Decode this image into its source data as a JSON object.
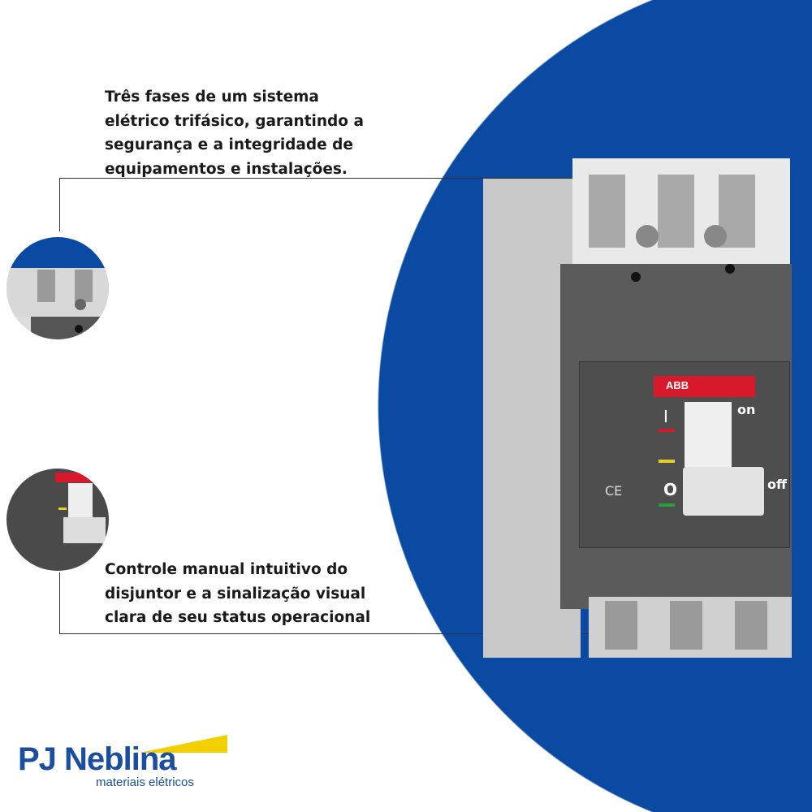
{
  "top_caption": [
    "Três fases de um sistema",
    "elétrico trifásico, garantindo a",
    "segurança e a integridade de",
    "equipamentos e instalações."
  ],
  "bottom_caption": [
    "Controle manual intuitivo do",
    "disjuntor e a sinalização visual",
    "clara de seu status operacional"
  ],
  "breaker": {
    "brand": "ABB",
    "on_mark": "I",
    "off_mark": "O",
    "on_label": "on",
    "off_label": "off",
    "ce_mark": "CE"
  },
  "logo": {
    "name": "PJ Neblina",
    "tagline": "materiais elétricos"
  },
  "colors": {
    "circle_blue": "#0b4aa2",
    "logo_blue": "#1b4ea0",
    "logo_yellow": "#f2d000",
    "abb_red": "#d7192b"
  }
}
